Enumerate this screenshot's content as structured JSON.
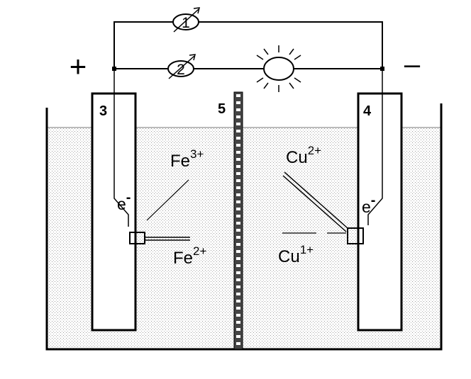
{
  "signs": {
    "positive": "+",
    "negative": "–"
  },
  "meters": [
    {
      "label": "1"
    },
    {
      "label": "2"
    }
  ],
  "parts": {
    "anode": "3",
    "cathode": "4",
    "membrane": "5"
  },
  "electrons": {
    "left": "e",
    "right": "e",
    "charge": "-"
  },
  "species": {
    "fe3_base": "Fe",
    "fe3_sup": "3+",
    "fe2_base": "Fe",
    "fe2_sup": "2+",
    "cu2_base": "Cu",
    "cu2_sup": "2+",
    "cu1_base": "Cu",
    "cu1_sup": "1+"
  },
  "colors": {
    "line": "#000000",
    "electrolyte_dot": "#9a9a9a",
    "background": "#ffffff"
  }
}
